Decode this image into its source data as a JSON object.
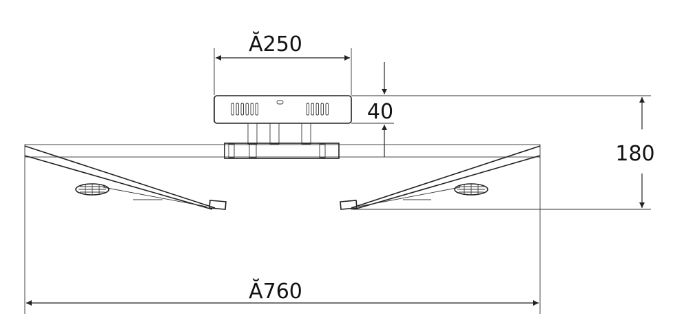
{
  "dimensions": {
    "canopy_diameter": "Ă250",
    "canopy_height": "40",
    "total_height": "180",
    "overall_diameter": "Ă760"
  }
}
